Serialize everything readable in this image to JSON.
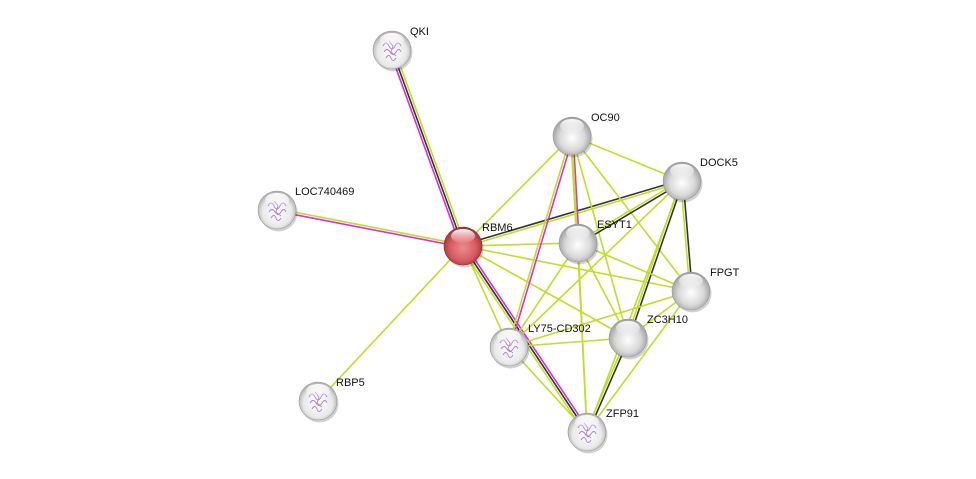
{
  "title": "Protein interaction network",
  "colors": {
    "background": "#ffffff",
    "query_node": "#d9595f",
    "partner_node": "#d8d8d8",
    "edge_textmining": "#c2dc2a",
    "edge_coexpression": "#333333",
    "edge_experimental": "#d630d6",
    "structure_glyph": "#a26ad0"
  },
  "nodes": [
    {
      "id": "RBM6",
      "label": "RBM6",
      "query": true,
      "structure": false
    },
    {
      "id": "QKI",
      "label": "QKI",
      "query": false,
      "structure": true
    },
    {
      "id": "LOC740469",
      "label": "LOC740469",
      "query": false,
      "structure": true
    },
    {
      "id": "RBP5",
      "label": "RBP5",
      "query": false,
      "structure": true
    },
    {
      "id": "OC90",
      "label": "OC90",
      "query": false,
      "structure": false
    },
    {
      "id": "DOCK5",
      "label": "DOCK5",
      "query": false,
      "structure": false
    },
    {
      "id": "ESYT1",
      "label": "ESYT1",
      "query": false,
      "structure": false
    },
    {
      "id": "FPGT",
      "label": "FPGT",
      "query": false,
      "structure": false
    },
    {
      "id": "ZC3H10",
      "label": "ZC3H10",
      "query": false,
      "structure": false
    },
    {
      "id": "LY75-CD302",
      "label": "LY75-CD302",
      "query": false,
      "structure": true
    },
    {
      "id": "ZFP91",
      "label": "ZFP91",
      "query": false,
      "structure": true
    }
  ],
  "edges": [
    {
      "source": "RBM6",
      "target": "QKI",
      "types": [
        "experimental",
        "coexpression",
        "textmining"
      ]
    },
    {
      "source": "RBM6",
      "target": "LOC740469",
      "types": [
        "experimental",
        "textmining"
      ]
    },
    {
      "source": "RBM6",
      "target": "RBP5",
      "types": [
        "textmining"
      ]
    },
    {
      "source": "RBM6",
      "target": "OC90",
      "types": [
        "textmining"
      ]
    },
    {
      "source": "RBM6",
      "target": "DOCK5",
      "types": [
        "coexpression",
        "textmining"
      ]
    },
    {
      "source": "RBM6",
      "target": "ESYT1",
      "types": [
        "textmining"
      ]
    },
    {
      "source": "RBM6",
      "target": "FPGT",
      "types": [
        "textmining"
      ]
    },
    {
      "source": "RBM6",
      "target": "ZC3H10",
      "types": [
        "textmining"
      ]
    },
    {
      "source": "RBM6",
      "target": "LY75-CD302",
      "types": [
        "textmining"
      ]
    },
    {
      "source": "RBM6",
      "target": "ZFP91",
      "types": [
        "experimental",
        "coexpression",
        "textmining"
      ]
    },
    {
      "source": "OC90",
      "target": "ESYT1",
      "types": [
        "experimental",
        "textmining"
      ]
    },
    {
      "source": "OC90",
      "target": "LY75-CD302",
      "types": [
        "experimental",
        "textmining"
      ]
    },
    {
      "source": "OC90",
      "target": "DOCK5",
      "types": [
        "textmining"
      ]
    },
    {
      "source": "OC90",
      "target": "FPGT",
      "types": [
        "textmining"
      ]
    },
    {
      "source": "OC90",
      "target": "ZC3H10",
      "types": [
        "textmining"
      ]
    },
    {
      "source": "OC90",
      "target": "ZFP91",
      "types": [
        "textmining"
      ]
    },
    {
      "source": "DOCK5",
      "target": "ESYT1",
      "types": [
        "coexpression",
        "textmining"
      ]
    },
    {
      "source": "DOCK5",
      "target": "FPGT",
      "types": [
        "coexpression",
        "textmining"
      ]
    },
    {
      "source": "DOCK5",
      "target": "ZC3H10",
      "types": [
        "coexpression",
        "textmining"
      ]
    },
    {
      "source": "DOCK5",
      "target": "LY75-CD302",
      "types": [
        "textmining"
      ]
    },
    {
      "source": "DOCK5",
      "target": "ZFP91",
      "types": [
        "textmining"
      ]
    },
    {
      "source": "ESYT1",
      "target": "FPGT",
      "types": [
        "textmining"
      ]
    },
    {
      "source": "ESYT1",
      "target": "ZC3H10",
      "types": [
        "textmining"
      ]
    },
    {
      "source": "ESYT1",
      "target": "LY75-CD302",
      "types": [
        "textmining"
      ]
    },
    {
      "source": "ESYT1",
      "target": "ZFP91",
      "types": [
        "textmining"
      ]
    },
    {
      "source": "FPGT",
      "target": "ZC3H10",
      "types": [
        "textmining"
      ]
    },
    {
      "source": "FPGT",
      "target": "LY75-CD302",
      "types": [
        "textmining"
      ]
    },
    {
      "source": "FPGT",
      "target": "ZFP91",
      "types": [
        "textmining"
      ]
    },
    {
      "source": "ZC3H10",
      "target": "LY75-CD302",
      "types": [
        "textmining"
      ]
    },
    {
      "source": "ZC3H10",
      "target": "ZFP91",
      "types": [
        "coexpression",
        "textmining"
      ]
    },
    {
      "source": "LY75-CD302",
      "target": "ZFP91",
      "types": [
        "textmining"
      ]
    }
  ]
}
